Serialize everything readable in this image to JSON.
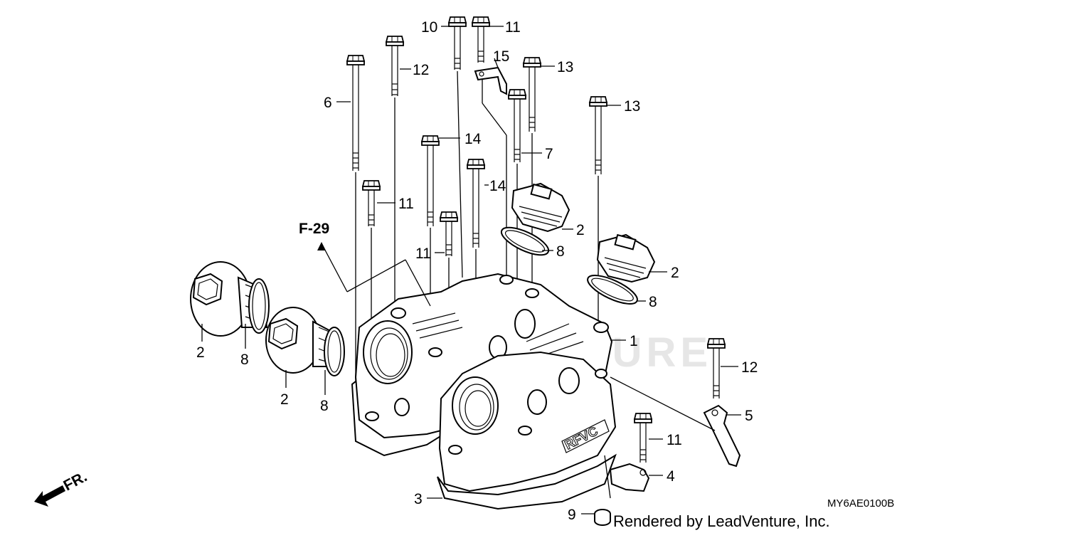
{
  "diagram": {
    "reference_label": "F-29",
    "front_label": "FR.",
    "watermark": "LEADVENTURE",
    "diagram_code": "MY6AE0100B",
    "footer": "Rendered by LeadVenture, Inc."
  },
  "callouts": [
    {
      "id": "c10",
      "text": "10"
    },
    {
      "id": "c11a",
      "text": "11"
    },
    {
      "id": "c15",
      "text": "15"
    },
    {
      "id": "c12a",
      "text": "12"
    },
    {
      "id": "c13a",
      "text": "13"
    },
    {
      "id": "c6",
      "text": "6"
    },
    {
      "id": "c13b",
      "text": "13"
    },
    {
      "id": "c14a",
      "text": "14"
    },
    {
      "id": "c7",
      "text": "7"
    },
    {
      "id": "c14b",
      "text": "14"
    },
    {
      "id": "c11b",
      "text": "11"
    },
    {
      "id": "c2a",
      "text": "2"
    },
    {
      "id": "c8a",
      "text": "8"
    },
    {
      "id": "c11c",
      "text": "11"
    },
    {
      "id": "c2b",
      "text": "2"
    },
    {
      "id": "c8b",
      "text": "8"
    },
    {
      "id": "c1",
      "text": "1"
    },
    {
      "id": "c2c",
      "text": "2"
    },
    {
      "id": "c8c",
      "text": "8"
    },
    {
      "id": "c2d",
      "text": "2"
    },
    {
      "id": "c8d",
      "text": "8"
    },
    {
      "id": "c12b",
      "text": "12"
    },
    {
      "id": "c5",
      "text": "5"
    },
    {
      "id": "c11d",
      "text": "11"
    },
    {
      "id": "c4",
      "text": "4"
    },
    {
      "id": "c3",
      "text": "3"
    },
    {
      "id": "c9",
      "text": "9"
    }
  ]
}
